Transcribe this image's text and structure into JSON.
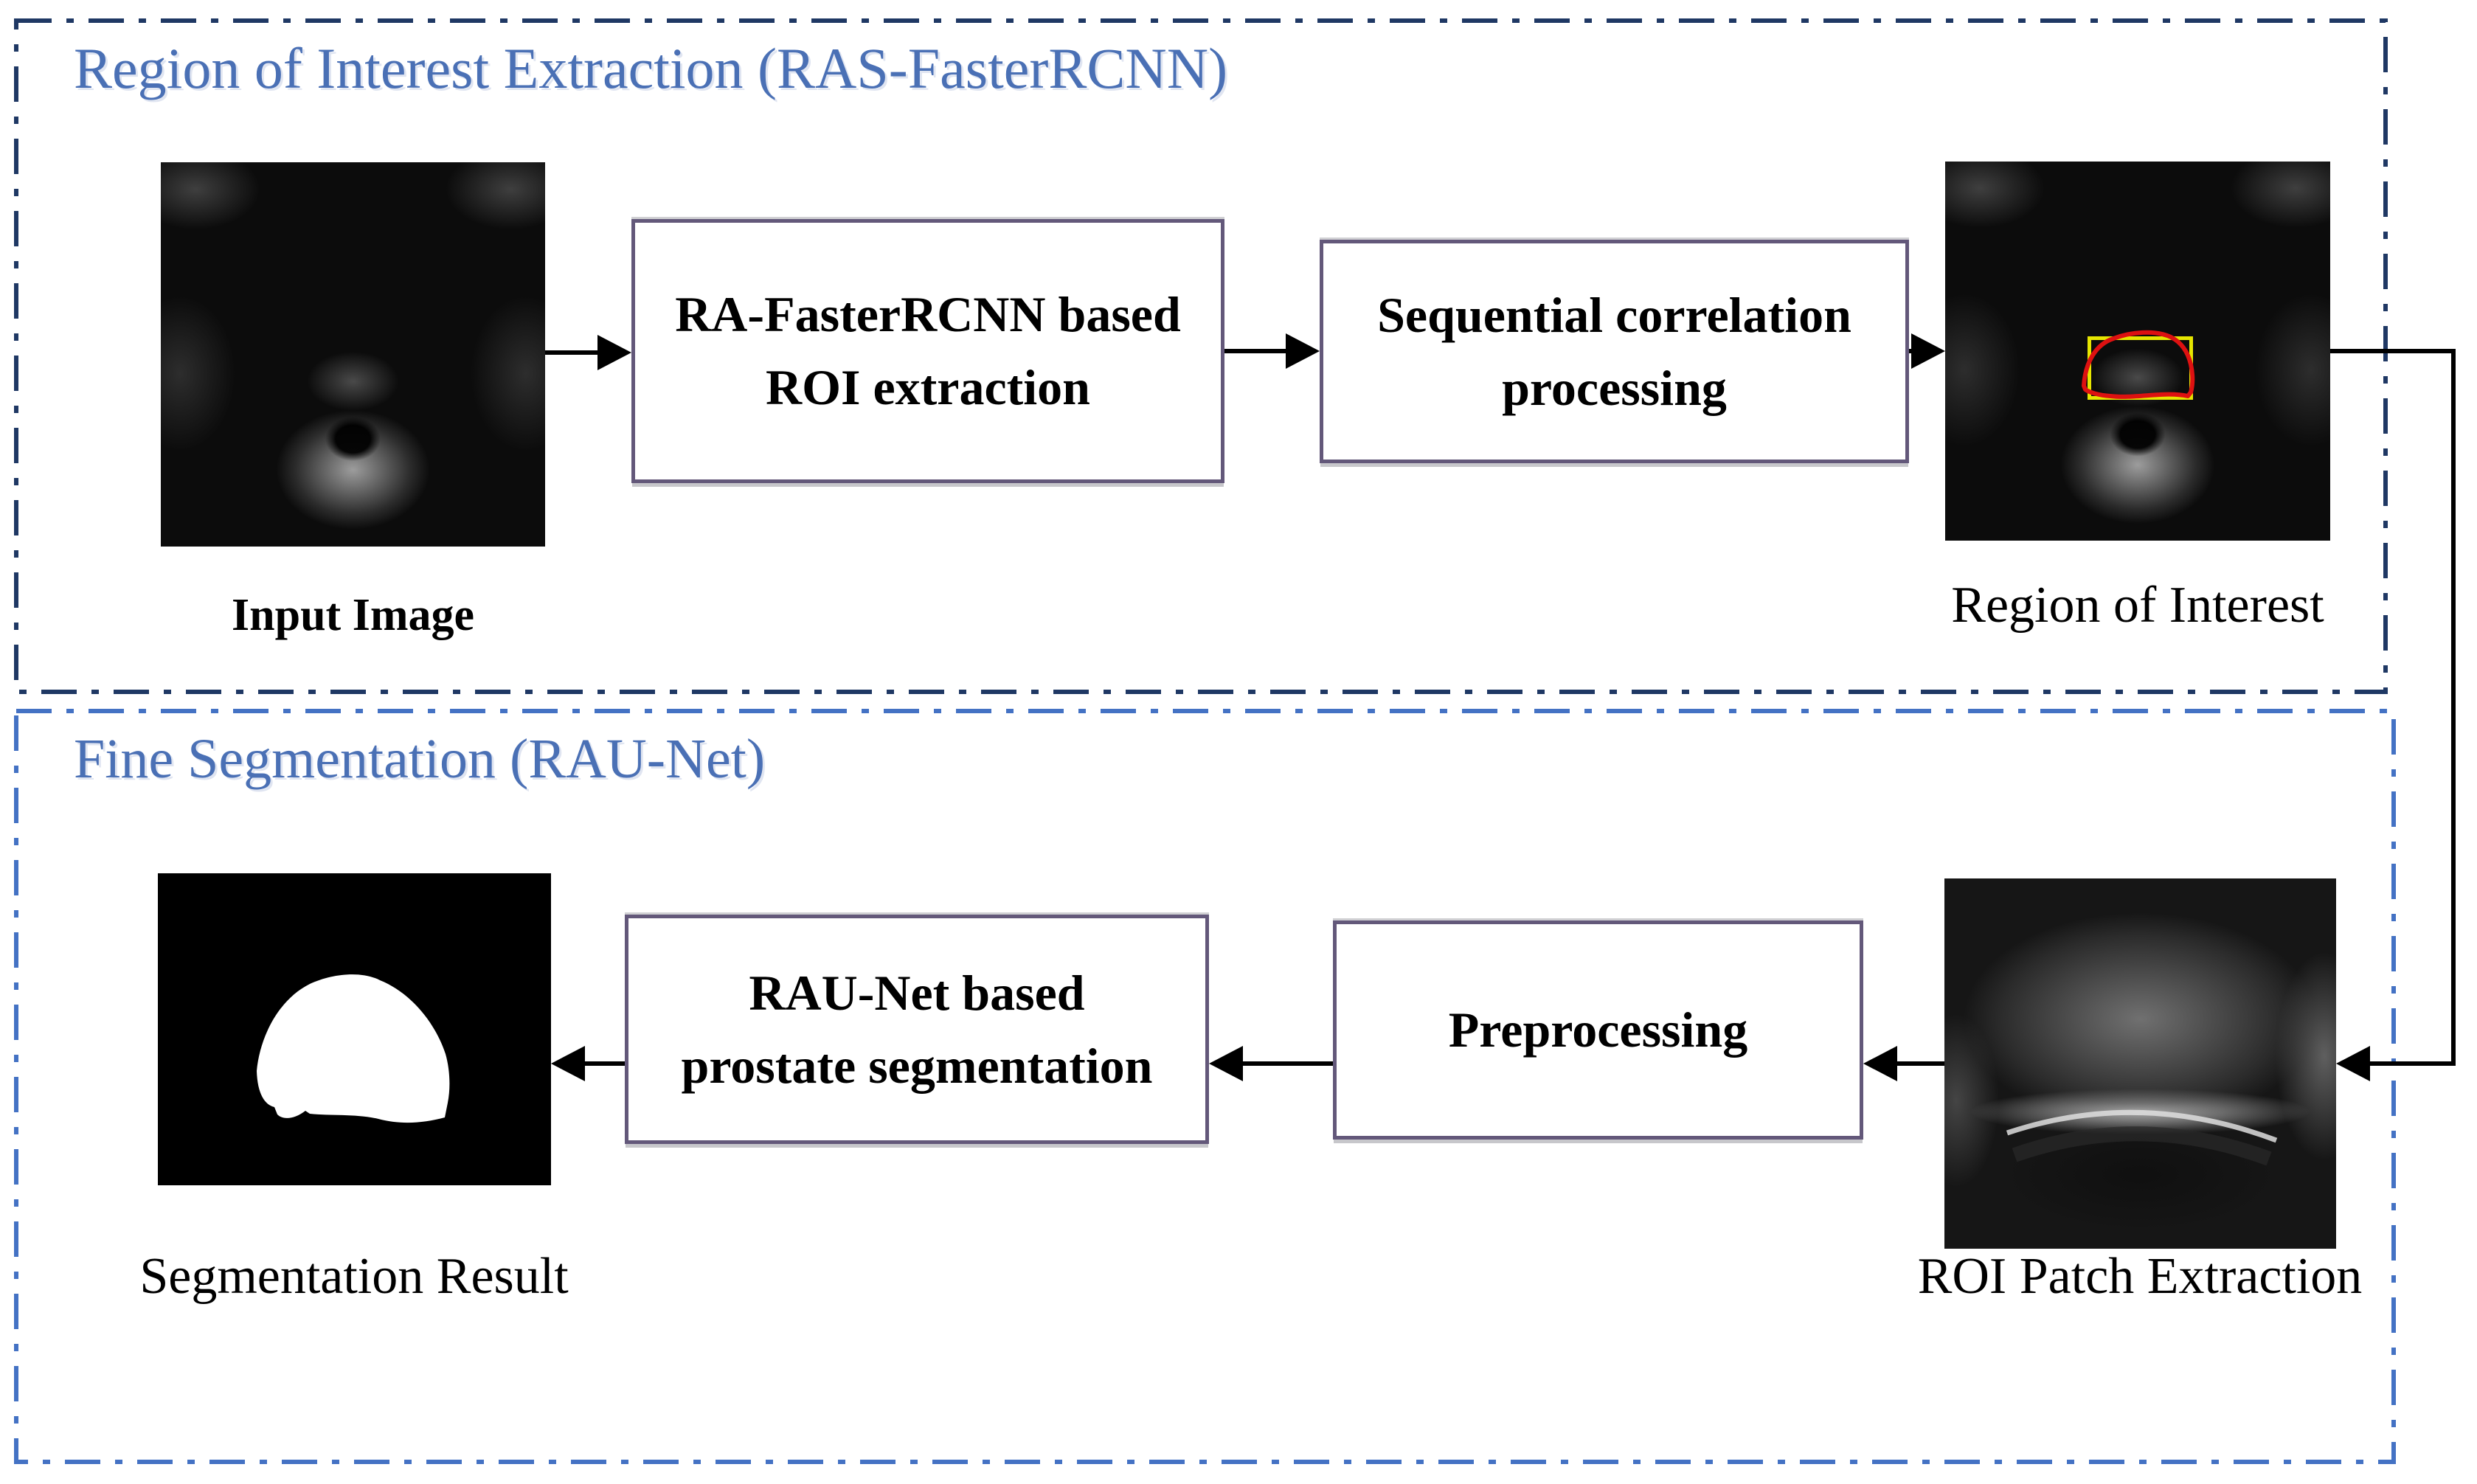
{
  "section1": {
    "title": "Region of Interest Extraction (RAS-FasterRCNN)",
    "input_image_label": "Input Image",
    "roi_extraction_box": {
      "line1": "RA-FasterRCNN based",
      "line2": "ROI extraction"
    },
    "sequential_box": {
      "line1": "Sequential correlation",
      "line2": "processing"
    },
    "roi_label": "Region of Interest"
  },
  "section2": {
    "title": "Fine Segmentation (RAU-Net)",
    "raunet_box": {
      "line1": "RAU-Net based",
      "line2": "prostate segmentation"
    },
    "preprocessing_box": {
      "line1": "Preprocessing"
    },
    "patch_label": "ROI Patch Extraction",
    "result_label": "Segmentation Result"
  },
  "colors": {
    "section1_border": "#1f3864",
    "section2_border": "#4472c4",
    "title_text": "#4a70b5",
    "flowbox_border": "#63587a",
    "arrow": "#000000",
    "roi_bounding_box": "#e6e600",
    "roi_contour": "#dd1111",
    "segmentation_mask_fill": "#ffffff"
  },
  "icons": {
    "arrow_style": "solid-black-triangle"
  }
}
